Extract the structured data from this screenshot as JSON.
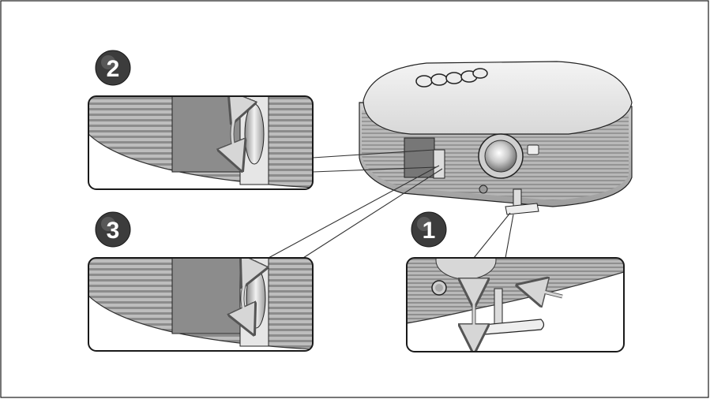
{
  "steps": [
    {
      "number": "1"
    },
    {
      "number": "2"
    },
    {
      "number": "3"
    }
  ],
  "colors": {
    "frame": "#1a1a1a",
    "body_light": "#e8e8e8",
    "body_mid": "#cfcfcf",
    "body_dark": "#9a9a9a",
    "badge": "#3c3c3c",
    "arrow": "#d6d6d6"
  }
}
